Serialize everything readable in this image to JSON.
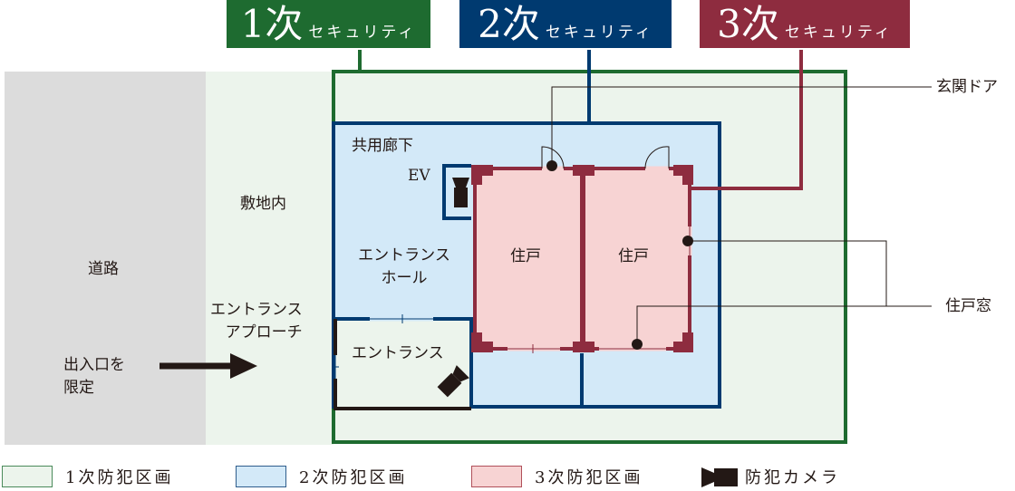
{
  "banners": [
    {
      "num": "1次",
      "sub": "セキュリティ",
      "color": "#1e6b30"
    },
    {
      "num": "2次",
      "sub": "セキュリティ",
      "color": "#003a70"
    },
    {
      "num": "3次",
      "sub": "セキュリティ",
      "color": "#8e2c3f"
    }
  ],
  "areas": {
    "road": "道路",
    "premises": "敷地内",
    "corridor": "共用廊下",
    "ev": "EV",
    "hall_line1": "エントランス",
    "hall_line2": "ホール",
    "unit1": "住戸",
    "unit2": "住戸",
    "approach_line1": "エントランス",
    "approach_line2": "アプローチ",
    "entrance": "エントランス",
    "exit_line1": "出入口を",
    "exit_line2": "限定"
  },
  "callouts": {
    "door": "玄関ドア",
    "window": "住戸窓"
  },
  "legend": [
    {
      "label": "1次防犯区画",
      "fill": "#ecf4ec",
      "stroke": "#4a8a5a"
    },
    {
      "label": "2次防犯区画",
      "fill": "#d3e9f8",
      "stroke": "#2f5d8c"
    },
    {
      "label": "3次防犯区画",
      "fill": "#f7d3d3",
      "stroke": "#b0505a"
    },
    {
      "label": "防犯カメラ"
    }
  ],
  "colors": {
    "primary_zone": "#1e6b30",
    "secondary_zone": "#003a70",
    "tertiary_zone": "#8e2c3f",
    "road_fill": "#dcdcdc",
    "premises_fill": "#ecf4ec",
    "secondary_fill": "#d3e9f8",
    "tertiary_fill": "#f7d3d3"
  }
}
